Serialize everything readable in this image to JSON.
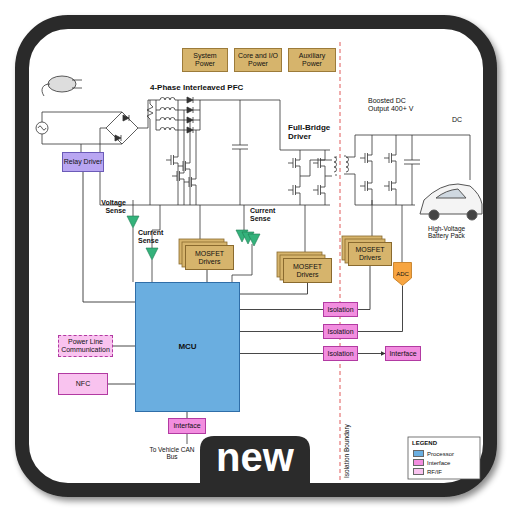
{
  "diagram": {
    "nodes": [
      {
        "text": [
          "System Power"
        ]
      },
      {
        "text": [
          "Core and I/O Power"
        ]
      },
      {
        "text": [
          "Auxiliary Power"
        ]
      },
      {
        "text": [
          "Relay Driver"
        ]
      },
      {
        "text": [
          "MOSFET Drivers"
        ]
      },
      {
        "text": [
          "MOSFET Drivers"
        ]
      },
      {
        "text": [
          "MOSFET Drivers"
        ]
      },
      {
        "text": [
          "ADC"
        ]
      },
      {
        "text": [
          "MCU"
        ]
      },
      {
        "text": [
          "Isolation"
        ]
      },
      {
        "text": [
          "Isolation"
        ]
      },
      {
        "text": [
          "Isolation"
        ]
      },
      {
        "text": [
          "Power Line Communication"
        ]
      },
      {
        "text": [
          "Interface"
        ]
      },
      {
        "text": [
          "NFC"
        ]
      },
      {
        "text": [
          "Interface"
        ]
      }
    ],
    "edges": [
      {
        "from": 3,
        "to": 8,
        "arrow": "none"
      },
      {
        "from": 8,
        "to": 4,
        "arrow": "none"
      },
      {
        "from": 8,
        "to": 5,
        "arrow": "none"
      },
      {
        "from": 8,
        "to": 9,
        "arrow": "none"
      },
      {
        "from": 8,
        "to": 10,
        "arrow": "none"
      },
      {
        "from": 8,
        "to": 11,
        "arrow": "none"
      },
      {
        "from": 9,
        "to": 6,
        "arrow": "none"
      },
      {
        "from": 7,
        "to": 10,
        "arrow": "none"
      },
      {
        "from": 11,
        "to": 13,
        "arrow": "to"
      },
      {
        "from": 12,
        "to": 8,
        "arrow": "none"
      },
      {
        "from": 14,
        "to": 8,
        "arrow": "none"
      },
      {
        "from": 8,
        "to": 15,
        "arrow": "none"
      }
    ],
    "labels": [
      "4-Phase Interleaved PFC",
      "Full-Bridge Driver",
      "Boosted DC Output 400+ V",
      "DC",
      "Voltage Sense",
      "Current Sense",
      "Current Sense",
      "High-Voltage Battery Pack",
      "To Vehicle CAN Bus",
      "Isolation Boundary",
      "LEGEND",
      "new"
    ],
    "legend": [
      {
        "text": "Processor",
        "color": "#6aaee0"
      },
      {
        "text": "Interface",
        "color": "#f28ddf"
      },
      {
        "text": "RF/IF",
        "color": "#f9c3ef"
      }
    ]
  }
}
